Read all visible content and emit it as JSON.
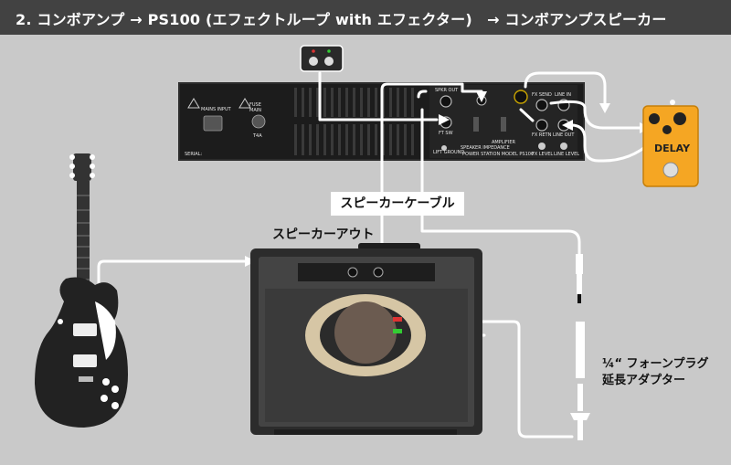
{
  "header": {
    "title": "2. コンボアンプ → PS100 (エフェクトループ with エフェクター)　→ コンボアンプスピーカー"
  },
  "labels": {
    "speaker_cable": "スピーカーケーブル",
    "speaker_out": "スピーカーアウト",
    "adapter_line1": "¼“ フォーンプラグ",
    "adapter_line2": "延長アダプター"
  },
  "pedal": {
    "name": "DELAY"
  },
  "panel": {
    "mains_input": "MAINS INPUT",
    "fuse": "FUSE",
    "fuse_main": "MAIN",
    "serial": "SERIAL:",
    "spkr_out": "SPKR OUT",
    "fx_send": "FX SEND",
    "fx_retn": "FX RETN",
    "line_in": "LINE IN",
    "line_out": "LINE OUT",
    "fx_level": "FX LEVEL",
    "line_level": "LINE LEVEL",
    "lift_ground": "LIFT GROUND",
    "speaker_impedance": "SPEAKER IMPEDANCE",
    "amplifier": "AMPLIFIER",
    "ft_sw": "FT SW",
    "power_station": "POWER STATION MODEL PS100",
    "fuse_rating": "T4A"
  },
  "colors": {
    "background": "#c9c9c9",
    "header_bg": "#424242",
    "cable": "#ffffff",
    "pedal": "#f5a623",
    "amp_body": "#3e3e3e",
    "speaker_cone": "#6b5b50",
    "speaker_basket": "#d6c6a5"
  }
}
